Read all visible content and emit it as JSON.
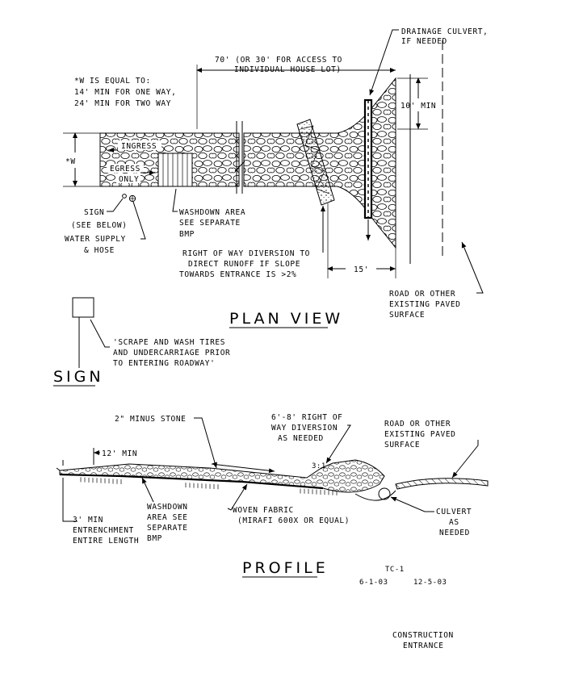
{
  "plan": {
    "dim_70": "70' (OR 30' FOR ACCESS TO",
    "dim_70_b": "INDIVIDUAL HOUSE LOT)",
    "w_note_1": "*W IS EQUAL TO:",
    "w_note_2": "14' MIN FOR ONE WAY,",
    "w_note_3": "24' MIN FOR TWO WAY",
    "w_label": "*W",
    "ingress": "INGRESS",
    "egress": "EGRESS",
    "egress_only": "ONLY",
    "drainage_1": "DRAINAGE CULVERT,",
    "drainage_2": "IF NEEDED",
    "ten_min": "10' MIN",
    "fifteen": "15'",
    "sign_1": "SIGN",
    "sign_2": "(SEE BELOW)",
    "water_1": "WATER SUPPLY",
    "water_2": "& HOSE",
    "washdown_1": "WASHDOWN AREA",
    "washdown_2": "SEE SEPARATE",
    "washdown_3": "BMP",
    "row_1": "RIGHT OF WAY DIVERSION TO",
    "row_2": "DIRECT RUNOFF IF SLOPE",
    "row_3": "TOWARDS ENTRANCE IS >2%",
    "road_1": "ROAD OR OTHER",
    "road_2": "EXISTING PAVED",
    "road_3": "SURFACE",
    "title": "PLAN VIEW"
  },
  "sign": {
    "note_1": "'SCRAPE AND WASH TIRES",
    "note_2": "AND UNDERCARRIAGE PRIOR",
    "note_3": "TO ENTERING ROADWAY'",
    "title": "SIGN"
  },
  "profile": {
    "stone": "2\" MINUS STONE",
    "div_1": "6'-8' RIGHT OF",
    "div_2": "WAY DIVERSION",
    "div_3": "AS NEEDED",
    "road_1": "ROAD OR OTHER",
    "road_2": "EXISTING PAVED",
    "road_3": "SURFACE",
    "twelve_min": "12' MIN",
    "slope": "3:1",
    "trench_1": "3' MIN",
    "trench_2": "ENTRENCHMENT",
    "trench_3": "ENTIRE LENGTH",
    "wash_1": "WASHDOWN",
    "wash_2": "AREA SEE",
    "wash_3": "SEPARATE",
    "wash_4": "BMP",
    "fabric_1": "WOVEN FABRIC",
    "fabric_2": "(MIRAFI 600X OR EQUAL)",
    "culvert_1": "CULVERT",
    "culvert_2": "AS",
    "culvert_3": "NEEDED",
    "title": "PROFILE"
  },
  "titleblock": {
    "code": "TC-1",
    "date_1": "6-1-03",
    "date_2": "12-5-03",
    "name_1": "CONSTRUCTION",
    "name_2": "ENTRANCE"
  }
}
